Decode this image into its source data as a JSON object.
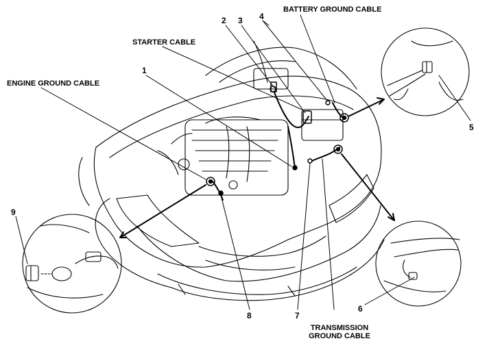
{
  "labels": {
    "battery_ground_cable": "BATTERY GROUND CABLE",
    "starter_cable": "STARTER CABLE",
    "engine_ground_cable": "ENGINE GROUND CABLE",
    "transmission_ground_cable_line1": "TRANSMISSION",
    "transmission_ground_cable_line2": "GROUND CABLE"
  },
  "callouts": {
    "n1": "1",
    "n2": "2",
    "n3": "3",
    "n4": "4",
    "n5": "5",
    "n6": "6",
    "n7": "7",
    "n8": "8",
    "n9": "9"
  }
}
